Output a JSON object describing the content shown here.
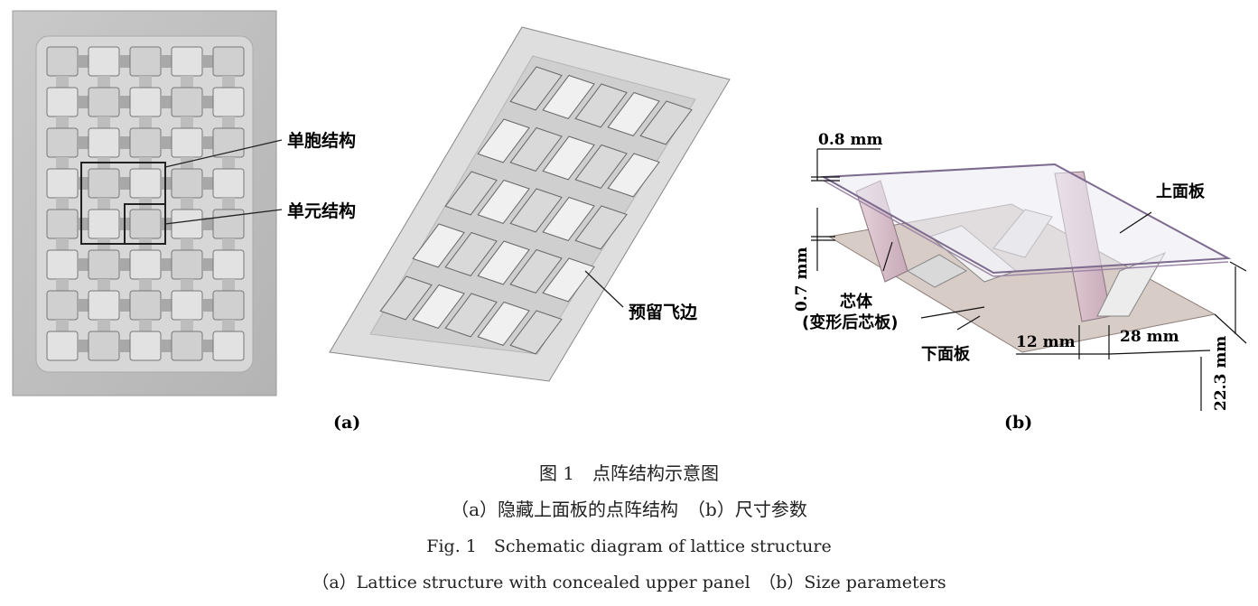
{
  "panel_a": {
    "callout_cell": "单胞结构",
    "callout_unit": "单元结构",
    "callout_flash": "预留飞边",
    "tag": "(a)"
  },
  "panel_b": {
    "dim_top_thickness": "0.8 mm",
    "dim_bottom_thickness": "0.7 mm",
    "dim_width_a": "12 mm",
    "dim_width_b": "28 mm",
    "dim_height": "22.3 mm",
    "label_upper_panel": "上面板",
    "label_core_1": "芯体",
    "label_core_2": "(变形后芯板)",
    "label_lower_panel": "下面板",
    "tag": "(b)"
  },
  "caption": {
    "cn_title": "图 1　点阵结构示意图",
    "cn_sub": "（a）隐藏上面板的点阵结构　（b）尺寸参数",
    "en_title": "Fig. 1　Schematic diagram of lattice structure",
    "en_sub": "（a）Lattice structure with concealed upper panel　（b）Size parameters"
  }
}
